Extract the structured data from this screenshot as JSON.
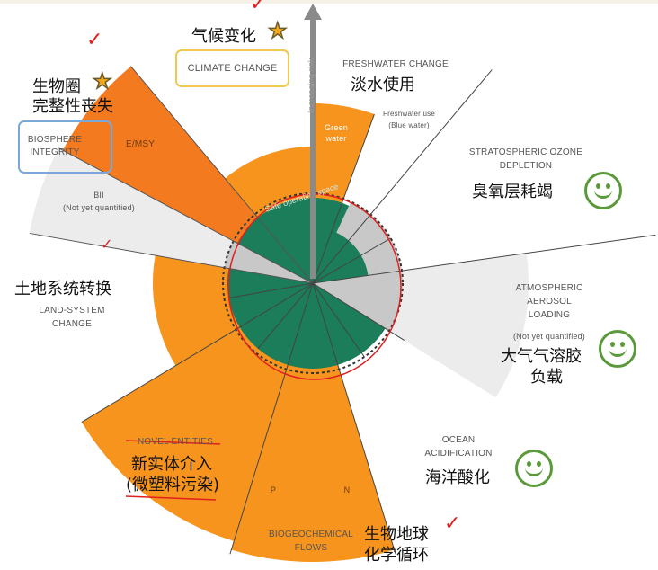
{
  "colors": {
    "orange": "#f7941d",
    "deep_orange": "#f47a20",
    "green": "#1b7d5a",
    "grey": "#c8c8c8",
    "light_grey": "#ececec",
    "annotation_red": "#e02020",
    "smile_green": "#5a9a3a",
    "star": "#f3a81c"
  },
  "axis": {
    "label": "Increasing risk"
  },
  "climate": {
    "en": "CLIMATE CHANGE",
    "cn": "气候变化"
  },
  "biosphere": {
    "en_line1": "BIOSPHERE",
    "en_line2": "INTEGRITY",
    "cn_line1": "生物圈",
    "cn_line2": "完整性丧失",
    "emsy": "E/MSY",
    "bii": "BII",
    "bii_note": "(Not yet quantified)"
  },
  "freshwater": {
    "en": "FRESHWATER CHANGE",
    "cn": "淡水使用",
    "green_water_line1": "Green",
    "green_water_line2": "water",
    "blue_line1": "Freshwater use",
    "blue_line2": "(Blue water)"
  },
  "ozone": {
    "en_line1": "STRATOSPHERIC OZONE",
    "en_line2": "DEPLETION",
    "cn": "臭氧层耗竭"
  },
  "aerosol": {
    "en_line1": "ATMOSPHERIC",
    "en_line2": "AEROSOL",
    "en_line3": "LOADING",
    "note": "(Not yet quantified)",
    "cn_line1": "大气气溶胶",
    "cn_line2": "负载"
  },
  "ocean": {
    "en_line1": "OCEAN",
    "en_line2": "ACIDIFICATION",
    "cn": "海洋酸化"
  },
  "biogeo": {
    "en_line1": "BIOGEOCHEMICAL",
    "en_line2": "FLOWS",
    "cn_line1": "生物地球",
    "cn_line2": "化学循环",
    "p": "P",
    "n": "N"
  },
  "novel": {
    "en": "NOVEL ENTITIES",
    "cn_line1": "新实体介入",
    "cn_line2": "(微塑料污染)"
  },
  "land": {
    "en_line1": "LAND-SYSTEM",
    "en_line2": "CHANGE",
    "cn": "土地系统转换"
  },
  "safe": {
    "label": "Safe operating space"
  }
}
